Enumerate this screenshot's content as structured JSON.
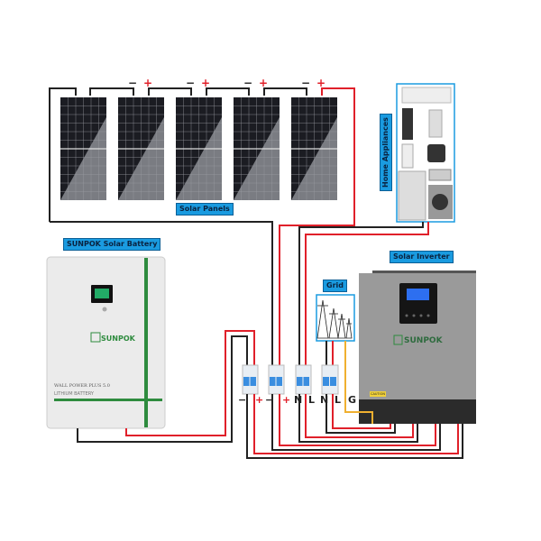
{
  "labels": {
    "solar_panels": "Solar Panels",
    "home_appliances": "Home Appliances",
    "battery": "SUNPOK Solar Battery",
    "inverter": "Solar Inverter",
    "grid": "Grid"
  },
  "battery": {
    "brand": "SUNPOK",
    "model": "WALL POWER PLUS 5.0",
    "type": "LITHIUM BATTERY"
  },
  "inverter": {
    "brand": "SUNPOK",
    "warning": "CAUTION"
  },
  "panel_polarity": [
    "−",
    "+",
    "−",
    "+",
    "−",
    "+",
    "−",
    "+"
  ],
  "terminals": [
    "−",
    "+",
    "−",
    "+",
    "N",
    "L",
    "N",
    "L",
    "G"
  ],
  "colors": {
    "label_bg": "#1a9be0",
    "wire_positive": "#e0202a",
    "wire_negative": "#222222",
    "wire_ground": "#f0b030",
    "brand_green": "#2e8b3e"
  }
}
